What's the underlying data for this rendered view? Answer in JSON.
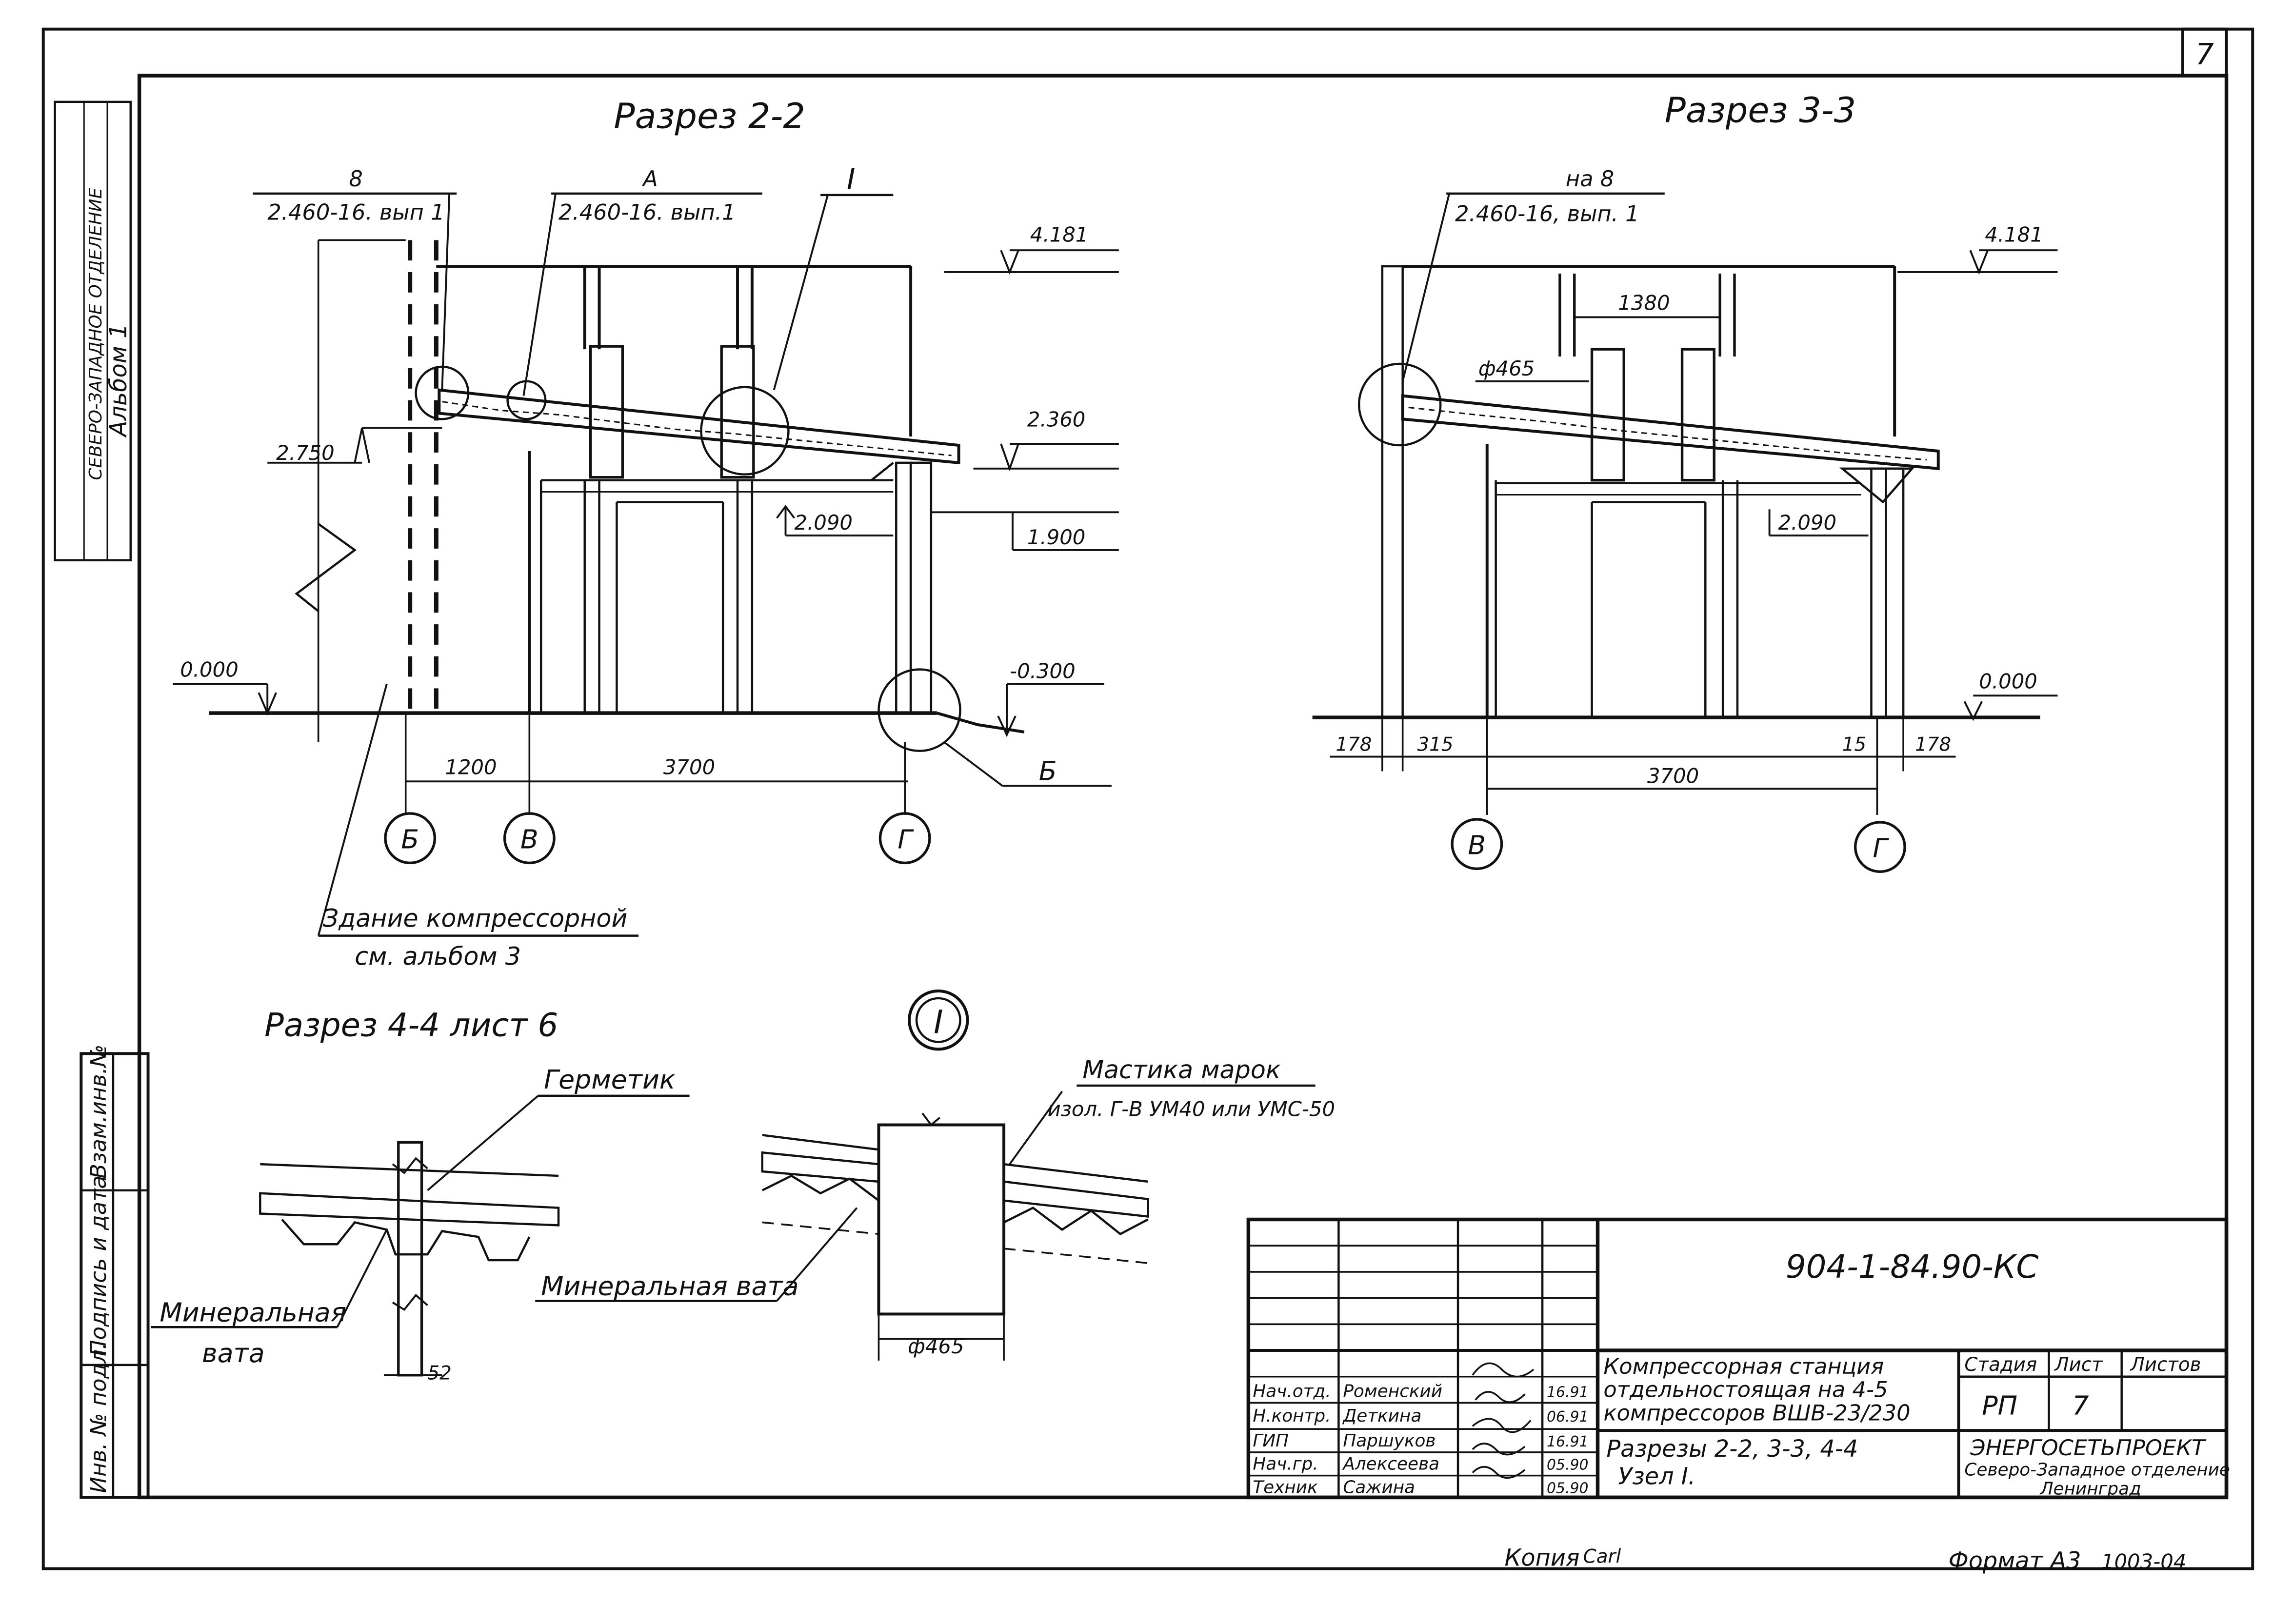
{
  "sheet": {
    "page_number": "7",
    "format_label": "Формат А3",
    "format_code": "1003-04",
    "copy_label": "Копия",
    "copy_signature": "Carl"
  },
  "side_stamp": {
    "vert_lines": [
      "СЕВЕРО-ЗАПАДНОЕ ОТДЕЛЕНИЕ",
      "Альбом 1"
    ],
    "cells": [
      "Взам.инв.№",
      "Подпись и дата",
      "Инв. № подл."
    ]
  },
  "section_2_2": {
    "title": "Разрез 2-2",
    "callouts": [
      {
        "top": "8",
        "bottom": "2.460-16. вып 1"
      },
      {
        "top": "А",
        "bottom": "2.460-16. вып.1"
      },
      {
        "top": "I",
        "bottom": ""
      }
    ],
    "levels": [
      "4.181",
      "2.360",
      "2.750",
      "2.090",
      "1.900",
      "0.000",
      "-0.300"
    ],
    "dims": [
      "1200",
      "3700"
    ],
    "axes": [
      "Б",
      "В",
      "Г"
    ],
    "node_ref": "Б",
    "note_line1": "Здание компрессорной",
    "note_line2": "см. альбом 3"
  },
  "section_3_3": {
    "title": "Разрез 3-3",
    "callout_top": "на 8",
    "callout_bottom": "2.460-16, вып. 1",
    "levels": [
      "4.181",
      "2.090",
      "0.000"
    ],
    "dims": [
      "1380",
      "ф465",
      "178",
      "315",
      "15",
      "178",
      "3700"
    ],
    "axes": [
      "В",
      "Г"
    ]
  },
  "section_4_4": {
    "title": "Разрез 4-4 лист 6",
    "label_hermetic": "Герметик",
    "label_wool_1": "Минеральная",
    "label_wool_2": "вата",
    "dim": "52"
  },
  "node_I": {
    "marker": "I",
    "label_mastic_1": "Мастика марок",
    "label_mastic_2": "изол. Г-В УМ40 или УМС-50",
    "label_wool": "Минеральная вата",
    "dim": "ф465"
  },
  "title_block": {
    "code": "904-1-84.90-КС",
    "object_line1": "Компрессорная станция",
    "object_line2": "отдельностоящая на 4-5",
    "object_line3": "компрессоров ВШВ-23/230",
    "sheet_title_1": "Разрезы 2-2, 3-3, 4-4",
    "sheet_title_2": "Узел I.",
    "hdr_stage": "Стадия",
    "hdr_sheet": "Лист",
    "hdr_sheets": "Листов",
    "stage": "РП",
    "sheet_no": "7",
    "org_line1": "ЭНЕРГОСЕТЬПРОЕКТ",
    "org_line2": "Северо-Западное отделение",
    "org_line3": "Ленинград",
    "people": [
      {
        "role": "Нач.отд.",
        "name": "Роменский",
        "date": "16.91"
      },
      {
        "role": "Н.контр.",
        "name": "Деткина",
        "date": "06.91"
      },
      {
        "role": "ГИП",
        "name": "Паршуков",
        "date": "16.91"
      },
      {
        "role": "Нач.гр.",
        "name": "Алексеева",
        "date": "05.90"
      },
      {
        "role": "Техник",
        "name": "Сажина",
        "date": "05.90"
      }
    ]
  }
}
